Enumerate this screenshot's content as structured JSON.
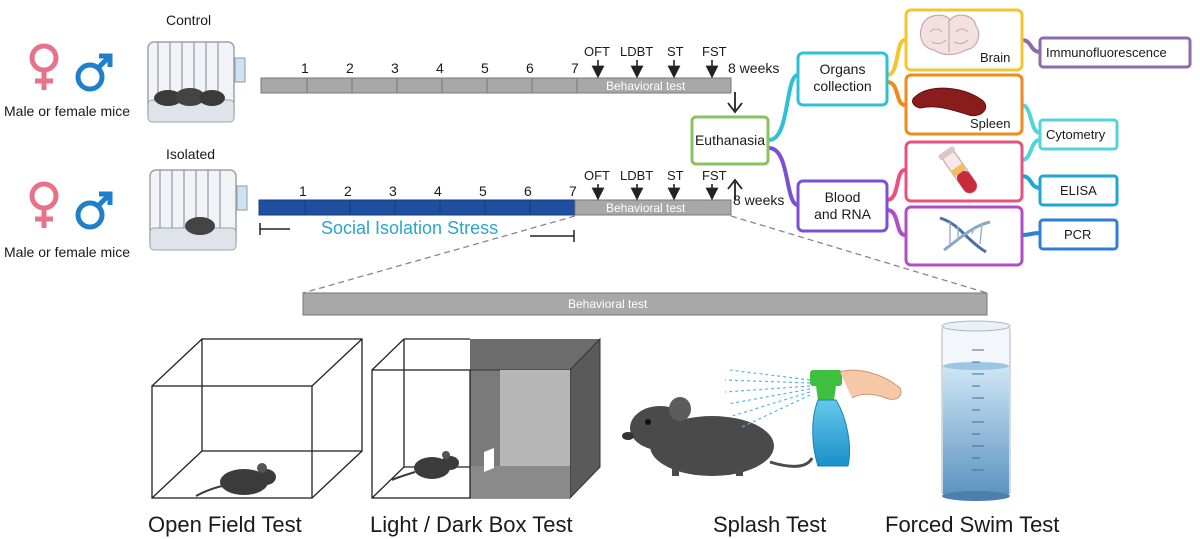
{
  "cohorts": [
    {
      "name": "Control",
      "sex_caption": "Male or female mice"
    },
    {
      "name": "Isolated",
      "sex_caption": "Male or female mice"
    }
  ],
  "timeline": {
    "week_ticks": [
      "1",
      "2",
      "3",
      "4",
      "5",
      "6",
      "7"
    ],
    "end_label": "8  weeks",
    "test_abbrevs": [
      "OFT",
      "LDBT",
      "ST",
      "FST"
    ],
    "bar_label": "Behavioral test",
    "stress_label": "Social Isolation Stress"
  },
  "flow": {
    "euthanasia": "Euthanasia",
    "organs_collection": "Organs collection",
    "blood_and_rna": "Blood and RNA",
    "brain": "Brain",
    "spleen": "Spleen",
    "immunofluorescence": "Immunofluorescence",
    "cytometry": "Cytometry",
    "elisa": "ELISA",
    "pcr": "PCR"
  },
  "behavioral_bar": "Behavioral test",
  "tests": [
    "Open Field Test",
    "Light / Dark Box Test",
    "Splash Test",
    "Forced Swim Test"
  ],
  "colors": {
    "female_symbol": "#e8728a",
    "male_symbol": "#1f7fc8",
    "bar_gray": "#a8a8a8",
    "isolation_blue": "#1f4fa0",
    "isolation_text": "#2aa6c8",
    "euthanasia_border": "#8cc061",
    "organs_border": "#2ec0d4",
    "blood_border": "#7b4fd6",
    "brain_border": "#f4c531",
    "spleen_border": "#f08a1e",
    "blood_tube_border": "#e8527c",
    "dna_border": "#b04fc4",
    "immuno_border": "#8e6aa8",
    "cytometry_border": "#52d4d8",
    "elisa_border": "#1fa6d8",
    "pcr_border": "#2f7fd8"
  },
  "icons": [
    "female-symbol-icon",
    "male-symbol-icon",
    "mouse-cage-icon",
    "brain-icon",
    "spleen-icon",
    "blood-tube-icon",
    "dna-icon",
    "mouse-icon",
    "spray-bottle-icon",
    "water-cylinder-icon",
    "arrow-down-icon",
    "arrow-up-icon"
  ]
}
